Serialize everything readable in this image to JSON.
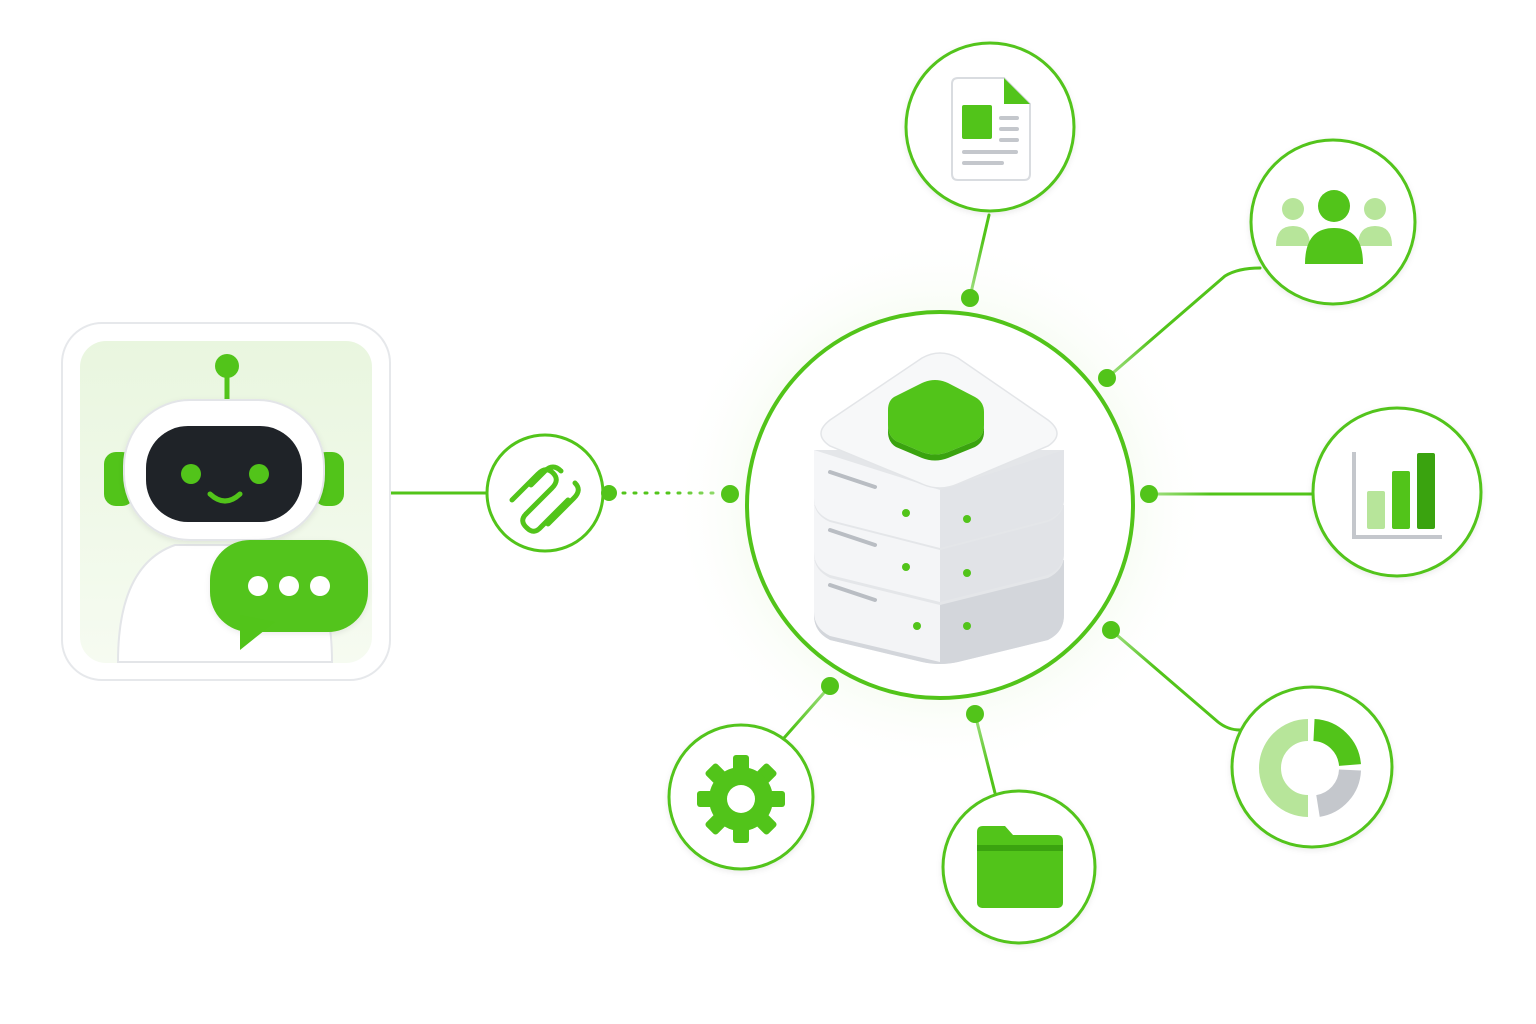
{
  "colors": {
    "accent": "#52c41a",
    "accent_dark": "#3aa30f",
    "accent_light": "#b7e59a",
    "accent_pale": "#eef9e6",
    "screen": "#1f2328",
    "metal": "#eceef1",
    "metal_dark": "#c9ccd1",
    "gray": "#c4c7cc"
  },
  "nodes": {
    "assistant": {
      "icon": "chatbot-robot-icon"
    },
    "connector": {
      "icon": "paperclip-link-icon"
    },
    "hub": {
      "icon": "database-server-icon"
    },
    "satellites": [
      {
        "id": "document",
        "icon": "document-icon"
      },
      {
        "id": "users",
        "icon": "users-icon"
      },
      {
        "id": "analytics",
        "icon": "bar-chart-icon"
      },
      {
        "id": "reports",
        "icon": "donut-chart-icon"
      },
      {
        "id": "files",
        "icon": "folder-icon"
      },
      {
        "id": "settings",
        "icon": "gear-icon"
      }
    ]
  }
}
